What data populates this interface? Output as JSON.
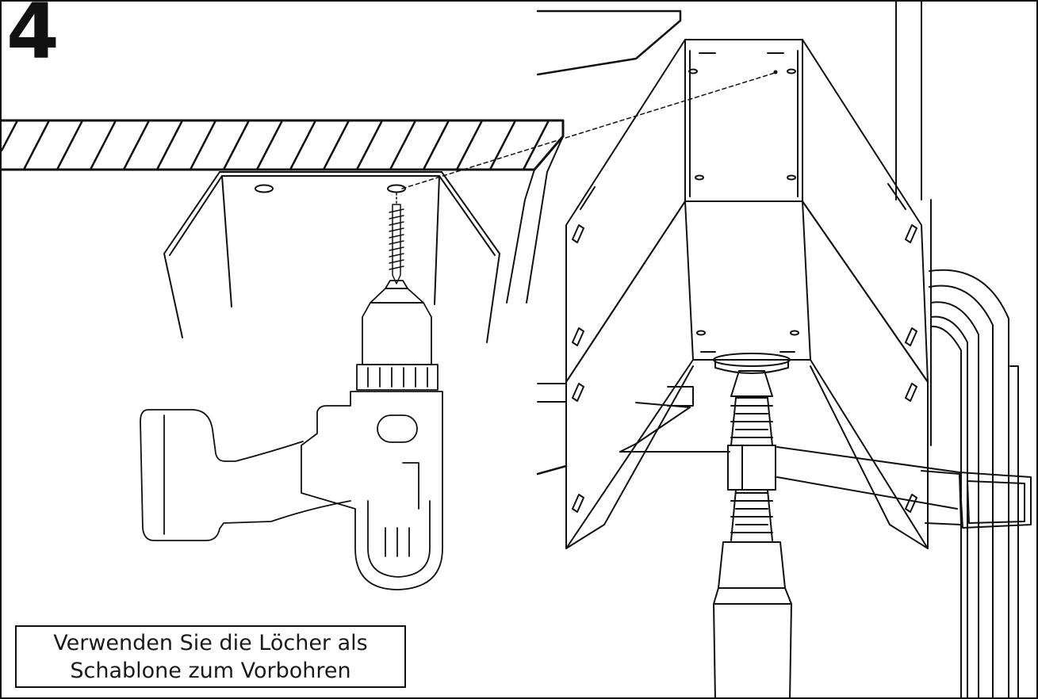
{
  "step": {
    "number": "4"
  },
  "caption": {
    "line1": "Verwenden Sie die Löcher als",
    "line2": "Schablone zum Vorbohren"
  },
  "colors": {
    "line": "#111111",
    "background": "#ffffff"
  },
  "icons": [
    "drill-icon",
    "screw-icon",
    "ceiling-bracket-icon",
    "telescopic-pole-icon",
    "wall-bracket-icon"
  ]
}
